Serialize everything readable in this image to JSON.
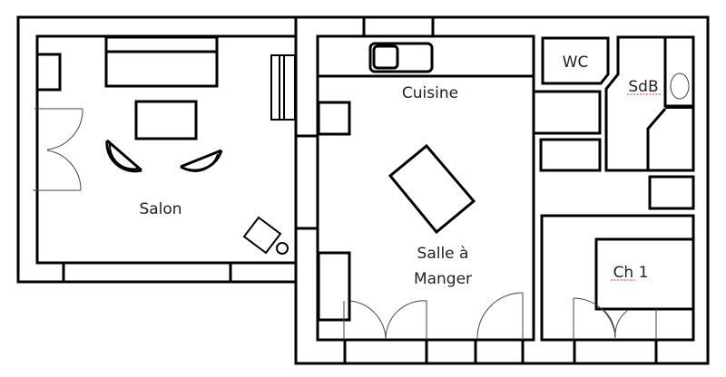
{
  "diagram": {
    "type": "floor-plan",
    "rooms": [
      {
        "id": "salon",
        "label": "Salon"
      },
      {
        "id": "cuisine",
        "label": "Cuisine"
      },
      {
        "id": "salle-a-manger",
        "label_line1": "Salle à",
        "label_line2": "Manger"
      },
      {
        "id": "wc",
        "label": "WC"
      },
      {
        "id": "sdb",
        "label": "SdB"
      },
      {
        "id": "ch1",
        "label": "Ch 1"
      }
    ],
    "colors": {
      "walls": "#000000",
      "text": "#222222",
      "spellcheck_underline": "#dd3333",
      "background": "#ffffff"
    }
  }
}
